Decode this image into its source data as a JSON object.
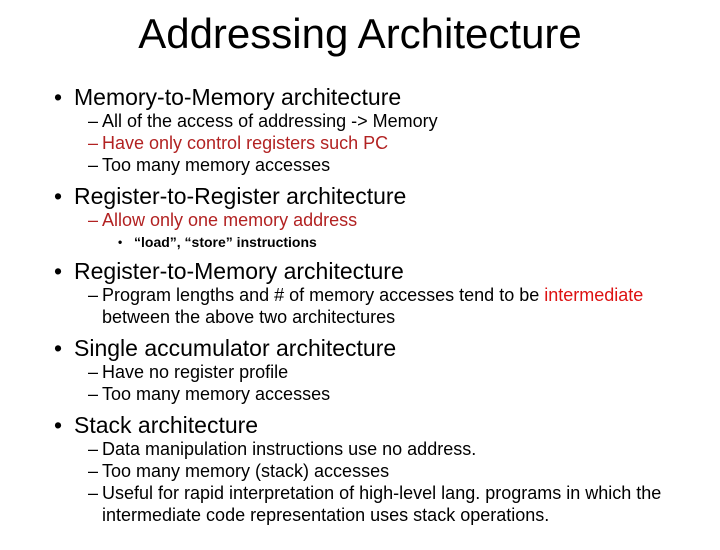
{
  "slide": {
    "title": "Addressing Architecture",
    "markers": {
      "level1": "•",
      "level2": "–",
      "level3": "•"
    },
    "colors": {
      "background": "#ffffff",
      "text": "#000000",
      "emphasis_dark_red": "#b22222",
      "emphasis_bright_red": "#dd1111"
    },
    "bullets": [
      {
        "label": "Memory-to-Memory architecture",
        "children": [
          {
            "text": "All of the access of addressing -> Memory"
          },
          {
            "text": "Have only control registers such PC"
          },
          {
            "text": "Too many memory accesses"
          }
        ]
      },
      {
        "label": "Register-to-Register architecture",
        "children": [
          {
            "text": "Allow only one memory address",
            "children": [
              {
                "text": "“load”, “store” instructions"
              }
            ]
          }
        ]
      },
      {
        "label": "Register-to-Memory architecture",
        "children": [
          {
            "prefix": "Program lengths and # of memory accesses tend to be ",
            "highlight": "intermediate",
            "suffix": " between the above two architectures"
          }
        ]
      },
      {
        "label": "Single accumulator architecture",
        "children": [
          {
            "text": "Have no register profile"
          },
          {
            "text": "Too many memory accesses"
          }
        ]
      },
      {
        "label": "Stack architecture",
        "children": [
          {
            "text": "Data manipulation instructions use no address."
          },
          {
            "text": "Too many memory (stack) accesses"
          },
          {
            "text": "Useful for rapid interpretation of high-level lang. programs in which the intermediate code representation uses stack operations."
          }
        ]
      }
    ]
  }
}
